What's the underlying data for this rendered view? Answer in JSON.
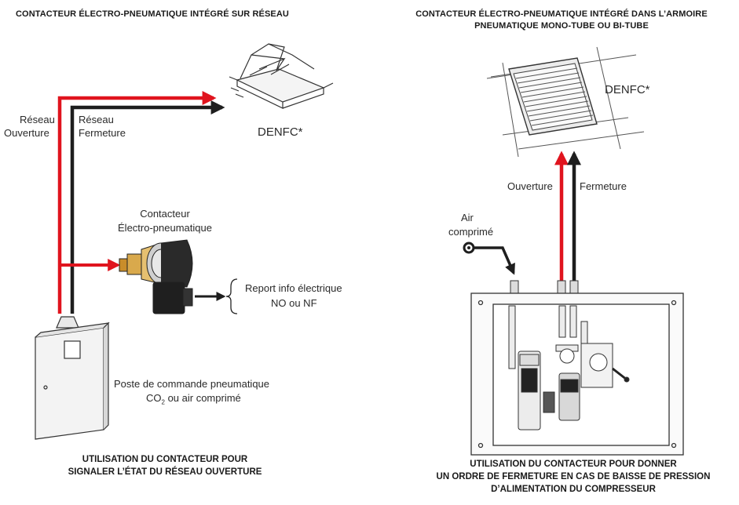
{
  "left": {
    "title": "CONTACTEUR ÉLECTRO-PNEUMATIQUE INTÉGRÉ SUR RÉSEAU",
    "label_reseau_ouverture_1": "Réseau",
    "label_reseau_ouverture_2": "Ouverture",
    "label_reseau_fermeture_1": "Réseau",
    "label_reseau_fermeture_2": "Fermeture",
    "label_denfc": "DENFC*",
    "label_contacteur_1": "Contacteur",
    "label_contacteur_2": "Électro-pneumatique",
    "label_report_1": "Report info électrique",
    "label_report_2": "NO ou NF",
    "label_poste_1": "Poste de commande pneumatique",
    "label_poste_2a": "CO",
    "label_poste_2sub": "2",
    "label_poste_2b": " ou air comprimé",
    "caption_1": "UTILISATION DU CONTACTEUR POUR",
    "caption_2": "SIGNALER L’ÉTAT DU RÉSEAU OUVERTURE"
  },
  "right": {
    "title_1": "CONTACTEUR ÉLECTRO-PNEUMATIQUE INTÉGRÉ DANS L’ARMOIRE",
    "title_2": "PNEUMATIQUE MONO-TUBE OU BI-TUBE",
    "label_denfc": "DENFC*",
    "label_ouverture": "Ouverture",
    "label_fermeture": "Fermeture",
    "label_air_1": "Air",
    "label_air_2": "comprimé",
    "caption_1": "UTILISATION DU CONTACTEUR POUR DONNER",
    "caption_2": "UN ORDRE DE FERMETURE EN CAS DE BAISSE DE PRESSION",
    "caption_3": "D’ALIMENTATION DU COMPRESSEUR"
  },
  "colors": {
    "red_line": "#e0141e",
    "black_line": "#1e1e1e",
    "outline": "#333333"
  }
}
